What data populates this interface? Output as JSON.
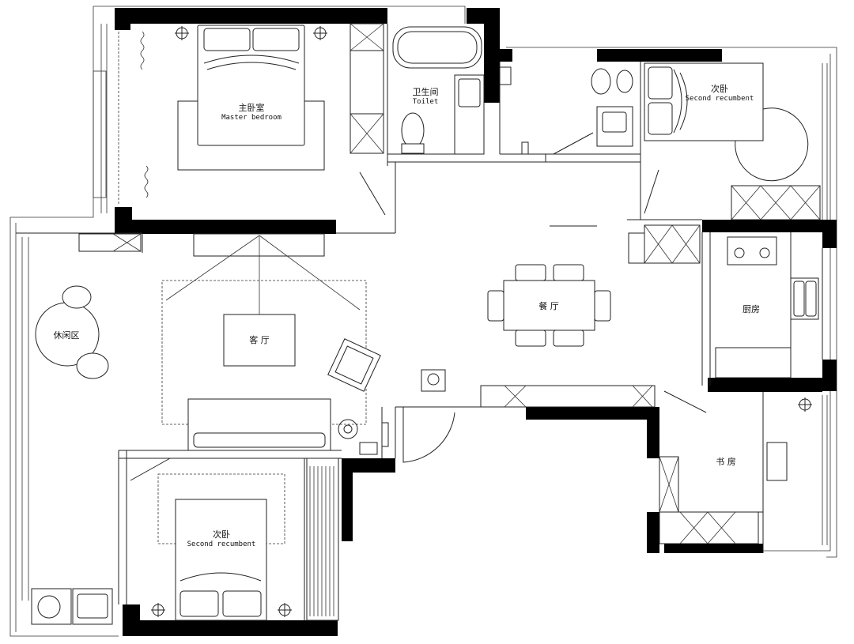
{
  "rooms": {
    "master_bedroom": {
      "cn": "主卧室",
      "en": "Master bedroom"
    },
    "bathroom": {
      "cn": "卫生间",
      "en": "Toilet"
    },
    "second_bedroom_top": {
      "cn": "次卧",
      "en": "Second recumbent"
    },
    "living_room": {
      "cn": "客 厅"
    },
    "dining_room": {
      "cn": "餐 厅"
    },
    "kitchen": {
      "cn": "厨房"
    },
    "leisure_area": {
      "cn": "休闲区"
    },
    "study": {
      "cn": "书 房"
    },
    "second_bedroom_bottom": {
      "cn": "次卧",
      "en": "Second recumbent"
    }
  },
  "colors": {
    "wall": "#000000",
    "line": "#222222",
    "background": "#ffffff"
  }
}
